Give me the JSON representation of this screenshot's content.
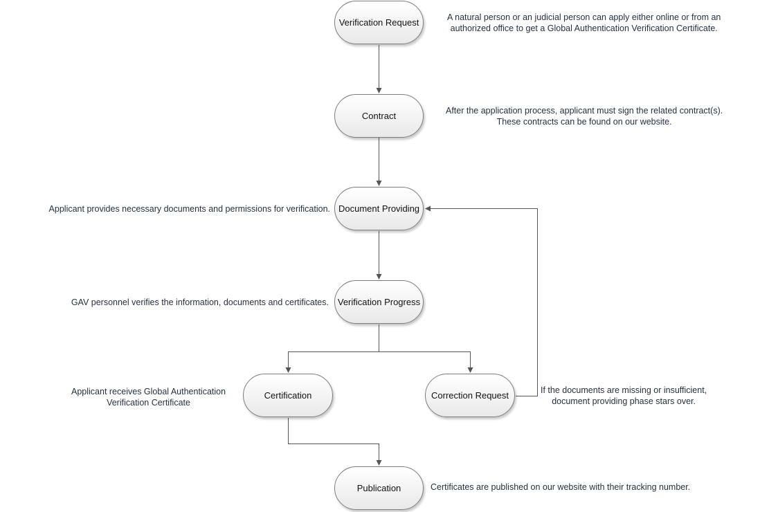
{
  "nodes": {
    "verification_request": "Verification Request",
    "contract": "Contract",
    "document_providing": "Document Providing",
    "verification_progress": "Verification Progress",
    "certification": "Certification",
    "correction_request": "Correction Request",
    "publication": "Publication"
  },
  "notes": {
    "verification_request": [
      "A natural person or an judicial person can apply either online or from an",
      "authorized office to get a Global Authentication Verification Certificate."
    ],
    "contract": [
      "After the application process, applicant must sign the related contract(s).",
      "These contracts can be found on our website."
    ],
    "document_providing": [
      "Applicant provides necessary documents and permissions for verification."
    ],
    "verification_progress": [
      "GAV personnel verifies the information, documents and certificates."
    ],
    "certification": [
      "Applicant receives Global Authentication",
      "Verification Certificate"
    ],
    "correction_request": [
      "If the documents are missing or insufficient,",
      "document providing phase stars over."
    ],
    "publication": [
      "Certificates are published on our website with their tracking number."
    ]
  },
  "colors": {
    "line": "#555555",
    "node_border": "#7d7d7d",
    "text": "#263040"
  }
}
